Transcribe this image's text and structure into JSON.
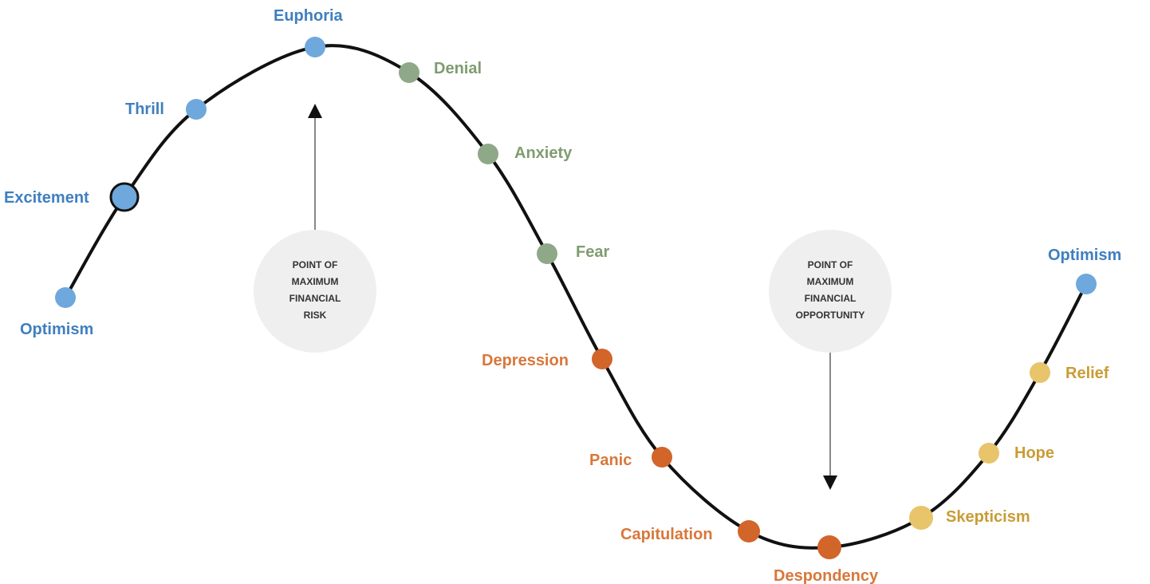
{
  "stages": [
    {
      "label": "Optimism",
      "group": "blue"
    },
    {
      "label": "Excitement",
      "group": "blue"
    },
    {
      "label": "Thrill",
      "group": "blue"
    },
    {
      "label": "Euphoria",
      "group": "blue"
    },
    {
      "label": "Denial",
      "group": "green"
    },
    {
      "label": "Anxiety",
      "group": "green"
    },
    {
      "label": "Fear",
      "group": "green"
    },
    {
      "label": "Depression",
      "group": "orange"
    },
    {
      "label": "Panic",
      "group": "orange"
    },
    {
      "label": "Capitulation",
      "group": "orange"
    },
    {
      "label": "Despondency",
      "group": "orange"
    },
    {
      "label": "Skepticism",
      "group": "yellow"
    },
    {
      "label": "Hope",
      "group": "yellow"
    },
    {
      "label": "Relief",
      "group": "yellow"
    },
    {
      "label": "Optimism",
      "group": "blue"
    }
  ],
  "callouts": {
    "risk": {
      "lines": [
        "POINT OF",
        "MAXIMUM",
        "FINANCIAL",
        "RISK"
      ]
    },
    "opportunity": {
      "lines": [
        "POINT OF",
        "MAXIMUM",
        "FINANCIAL",
        "OPPORTUNITY"
      ]
    }
  },
  "colors": {
    "blue": "#6fa8dc",
    "green": "#8fa888",
    "orange": "#d2652a",
    "yellow": "#e8c46a",
    "curve": "#111111",
    "callout_bg": "#efefef"
  }
}
